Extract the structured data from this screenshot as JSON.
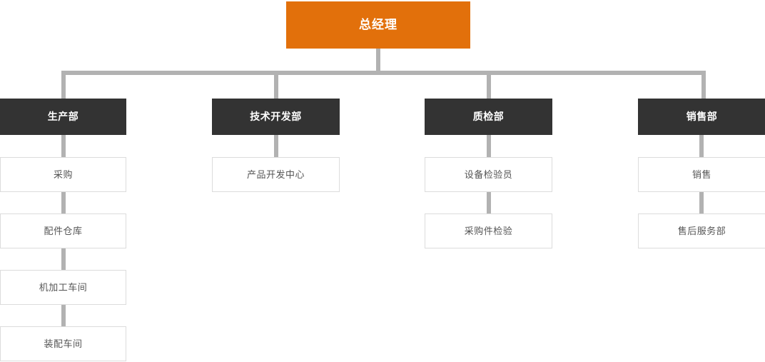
{
  "chart_data": {
    "type": "diagram",
    "diagram_type": "organization-chart",
    "title": "",
    "colors": {
      "root_fill": "#e2700b",
      "root_text": "#ffffff",
      "dept_fill": "#333333",
      "dept_text": "#ffffff",
      "sub_fill": "#ffffff",
      "sub_text": "#555555",
      "sub_border": "#dcdcdc",
      "connector": "#b2b2b2",
      "background": "#ffffff"
    },
    "root": {
      "id": "root",
      "label": "总经理",
      "level": 0
    },
    "departments": [
      {
        "id": "dept-production",
        "label": "生产部",
        "level": 1,
        "children": [
          {
            "id": "sub-procurement",
            "label": "采购",
            "level": 2
          },
          {
            "id": "sub-parts-warehouse",
            "label": "配件仓库",
            "level": 3
          },
          {
            "id": "sub-machining-workshop",
            "label": "机加工车间",
            "level": 4
          },
          {
            "id": "sub-assembly-workshop",
            "label": "装配车间",
            "level": 5
          }
        ]
      },
      {
        "id": "dept-tech-development",
        "label": "技术开发部",
        "level": 1,
        "children": [
          {
            "id": "sub-product-dev-center",
            "label": "产品开发中心",
            "level": 2
          }
        ]
      },
      {
        "id": "dept-quality-inspection",
        "label": "质检部",
        "level": 1,
        "children": [
          {
            "id": "sub-equipment-inspector",
            "label": "设备检验员",
            "level": 2
          },
          {
            "id": "sub-purchased-part-inspection",
            "label": "采购件检验",
            "level": 3
          }
        ]
      },
      {
        "id": "dept-sales",
        "label": "销售部",
        "level": 1,
        "children": [
          {
            "id": "sub-sales",
            "label": "销售",
            "level": 2
          },
          {
            "id": "sub-after-sales-dept",
            "label": "售后服务部",
            "level": 3
          }
        ]
      }
    ]
  }
}
